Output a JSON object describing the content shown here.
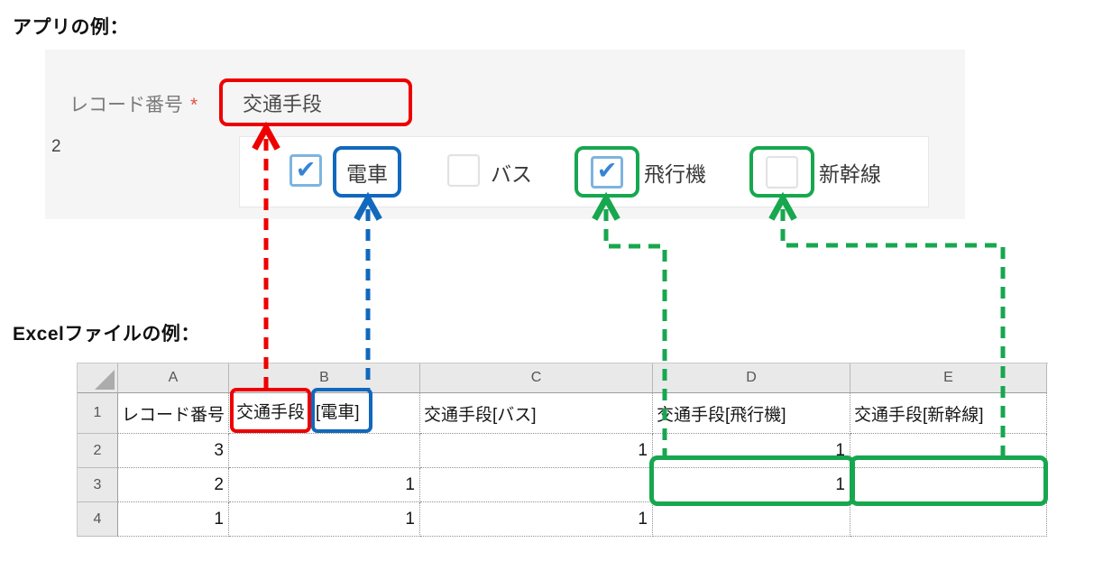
{
  "colors": {
    "red": "#ee0000",
    "blue": "#1168bd",
    "green": "#17a74f"
  },
  "glyphs": {
    "check": "✔"
  },
  "app_example": {
    "heading": "アプリの例：",
    "record_label": "レコード番号",
    "required_mark": "*",
    "record_value": "2",
    "field_value": "交通手段",
    "checkboxes": [
      {
        "label": "電車",
        "checked": true
      },
      {
        "label": "バス",
        "checked": false
      },
      {
        "label": "飛行機",
        "checked": true
      },
      {
        "label": "新幹線",
        "checked": false
      }
    ]
  },
  "excel_example": {
    "heading": "Excelファイルの例：",
    "column_letters": [
      "A",
      "B",
      "C",
      "D",
      "E"
    ],
    "row_numbers": [
      "1",
      "2",
      "3",
      "4"
    ],
    "row1": {
      "a": "レコード番号",
      "b_field": "交通手段",
      "b_option": "[電車]",
      "c": "交通手段[バス]",
      "d": "交通手段[飛行機]",
      "e": "交通手段[新幹線]"
    },
    "rows": [
      {
        "a": "3",
        "b": "",
        "c": "1",
        "d": "1",
        "e": ""
      },
      {
        "a": "2",
        "b": "1",
        "c": "",
        "d": "1",
        "e": ""
      },
      {
        "a": "1",
        "b": "1",
        "c": "1",
        "d": "",
        "e": ""
      }
    ]
  }
}
